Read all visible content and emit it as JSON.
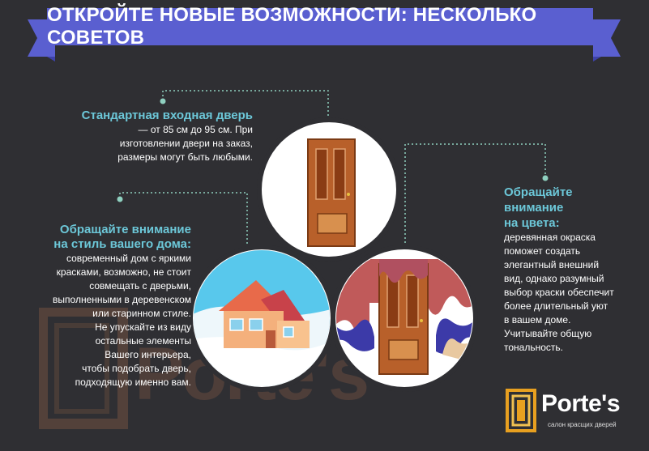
{
  "title": "ОТКРОЙТЕ НОВЫЕ ВОЗМОЖНОСТИ: НЕСКОЛЬКО СОВЕТОВ",
  "tips": {
    "door": {
      "heading": "Стандартная входная дверь",
      "lines": [
        "— от 85 см до 95 см. При",
        "изготовлении двери на заказ,",
        "размеры могут быть любыми."
      ]
    },
    "style": {
      "heading_lines": [
        "Обращайте внимание",
        "на стиль вашего дома:"
      ],
      "lines": [
        "современный дом с яркими",
        "красками, возможно, не стоит",
        "совмещать с дверьми,",
        "выполненными в деревенском",
        "или старинном стиле.",
        "Не упускайте из виду",
        "остальные элементы",
        "Вашего интерьера,",
        "чтобы подобрать дверь,",
        "подходящую именно вам."
      ]
    },
    "color": {
      "heading_lines": [
        "Обращайте",
        "внимание",
        "на цвета:"
      ],
      "lines": [
        "деревянная окраска",
        "поможет создать",
        "элегантный внешний",
        "вид, однако разумный",
        "выбор краски обеспечит",
        "более длительный уют",
        "в вашем доме.",
        "Учитывайте общую",
        "тональность."
      ]
    }
  },
  "logo": {
    "brand": "Porte's",
    "tagline": "салон красщих дверей"
  },
  "watermark": "Porte's",
  "colors": {
    "background": "#2f2f33",
    "ribbon": "#5a5fd0",
    "ribbon_dark": "#3e42a8",
    "accent": "#6cc7d8",
    "door_wood": "#b8602a",
    "logo_gold": "#e8a020"
  }
}
